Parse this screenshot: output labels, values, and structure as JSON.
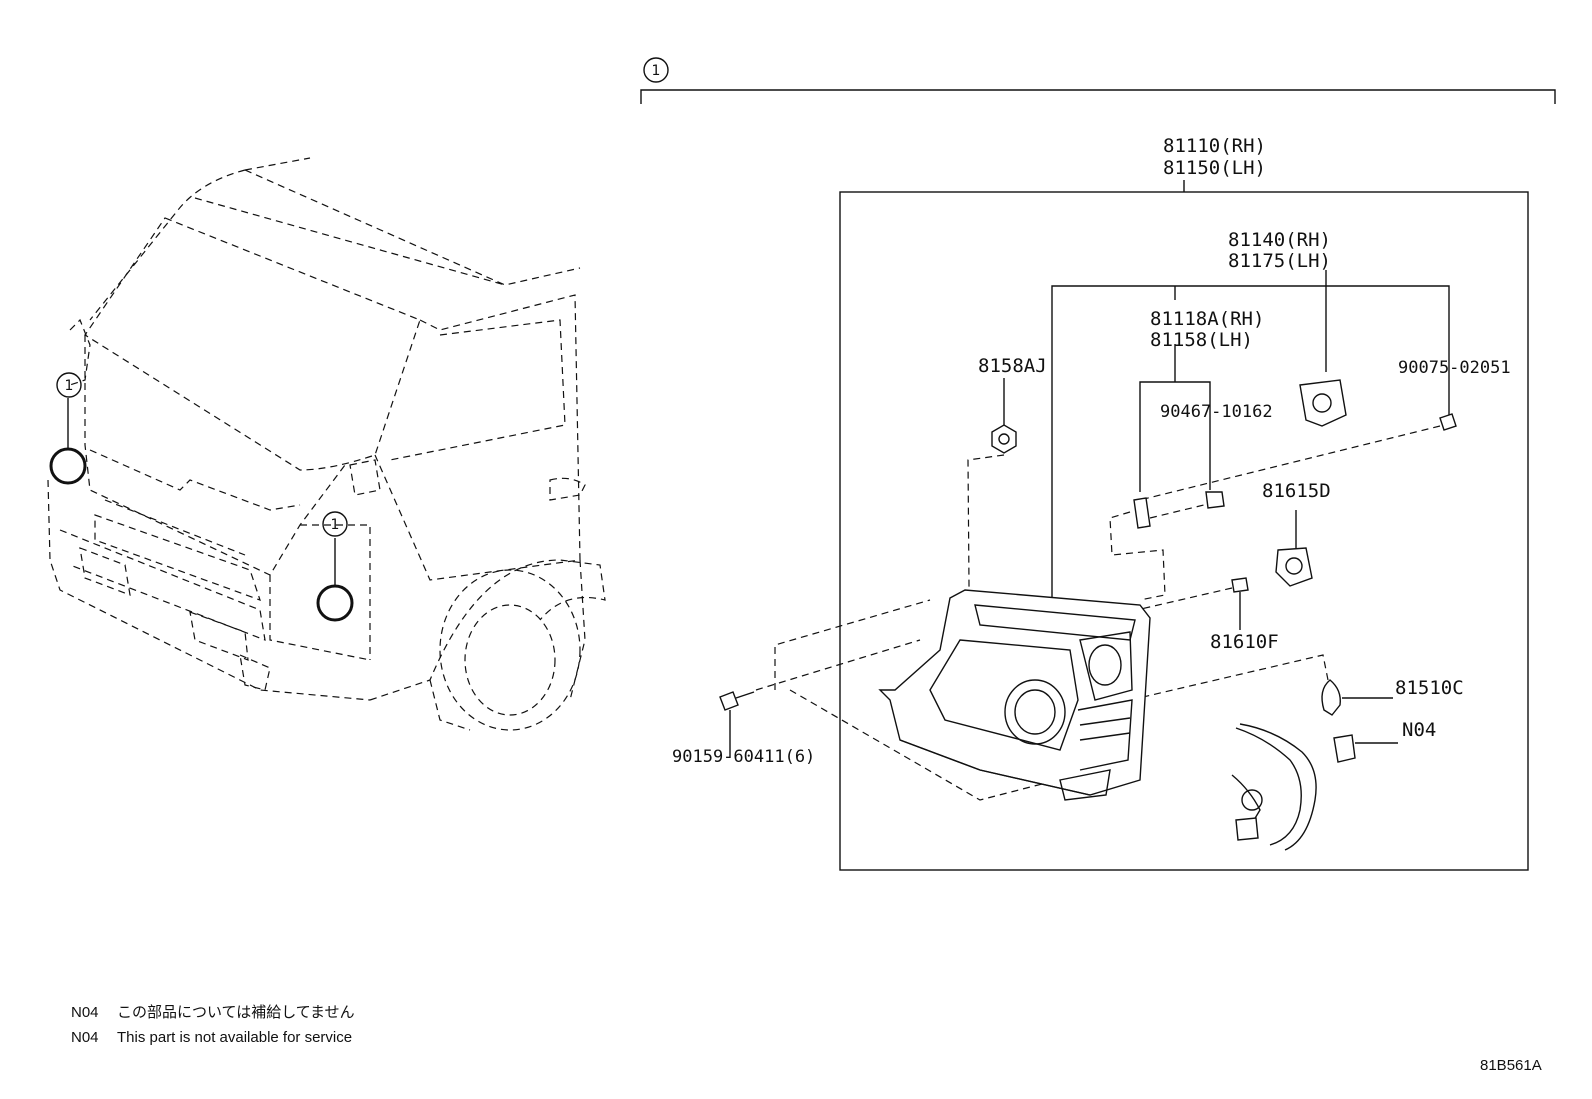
{
  "callout": "1",
  "parts": {
    "assy_rh": "81110(RH)",
    "assy_lh": "81150(LH)",
    "unit_rh": "81140(RH)",
    "unit_lh": "81175(LH)",
    "sub_rh": "81118A(RH)",
    "sub_lh": "81158(LH)",
    "p8158AJ": "8158AJ",
    "p90075": "90075-02051",
    "p90467": "90467-10162",
    "p81615D": "81615D",
    "p81610F": "81610F",
    "p81510C": "81510C",
    "pN04": "N04",
    "p90159": "90159-60411(6)"
  },
  "notes": [
    {
      "code": "N04",
      "text": "この部品については補給してません"
    },
    {
      "code": "N04",
      "text": "This part is not available for service"
    }
  ],
  "diagram_id": "81B561A"
}
